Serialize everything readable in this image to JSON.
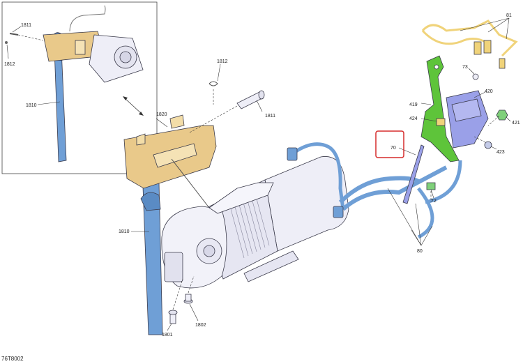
{
  "document_code": "76T8002",
  "labels": {
    "p1811_inset": "1811",
    "p1812_inset": "1812",
    "p1810_inset": "1810",
    "p1812": "1812",
    "p1820": "1820",
    "p1811": "1811",
    "p1810": "1810",
    "p1801": "1801",
    "p1802": "1802",
    "p81": "81",
    "p73": "73",
    "p419": "419",
    "p420": "420",
    "p424": "424",
    "p421": "421",
    "p423": "423",
    "p70": "70",
    "p72": "72",
    "p80": "80"
  },
  "colors": {
    "strap": "#6f9fd6",
    "cradle": "#e9c98a",
    "motor": "#eeeef7",
    "bracket": "#5ec43a",
    "solenoid": "#9aa0e8",
    "cable": "#6f9fd6",
    "harness": "#f0d37a",
    "highlight": "#d62b2b"
  }
}
